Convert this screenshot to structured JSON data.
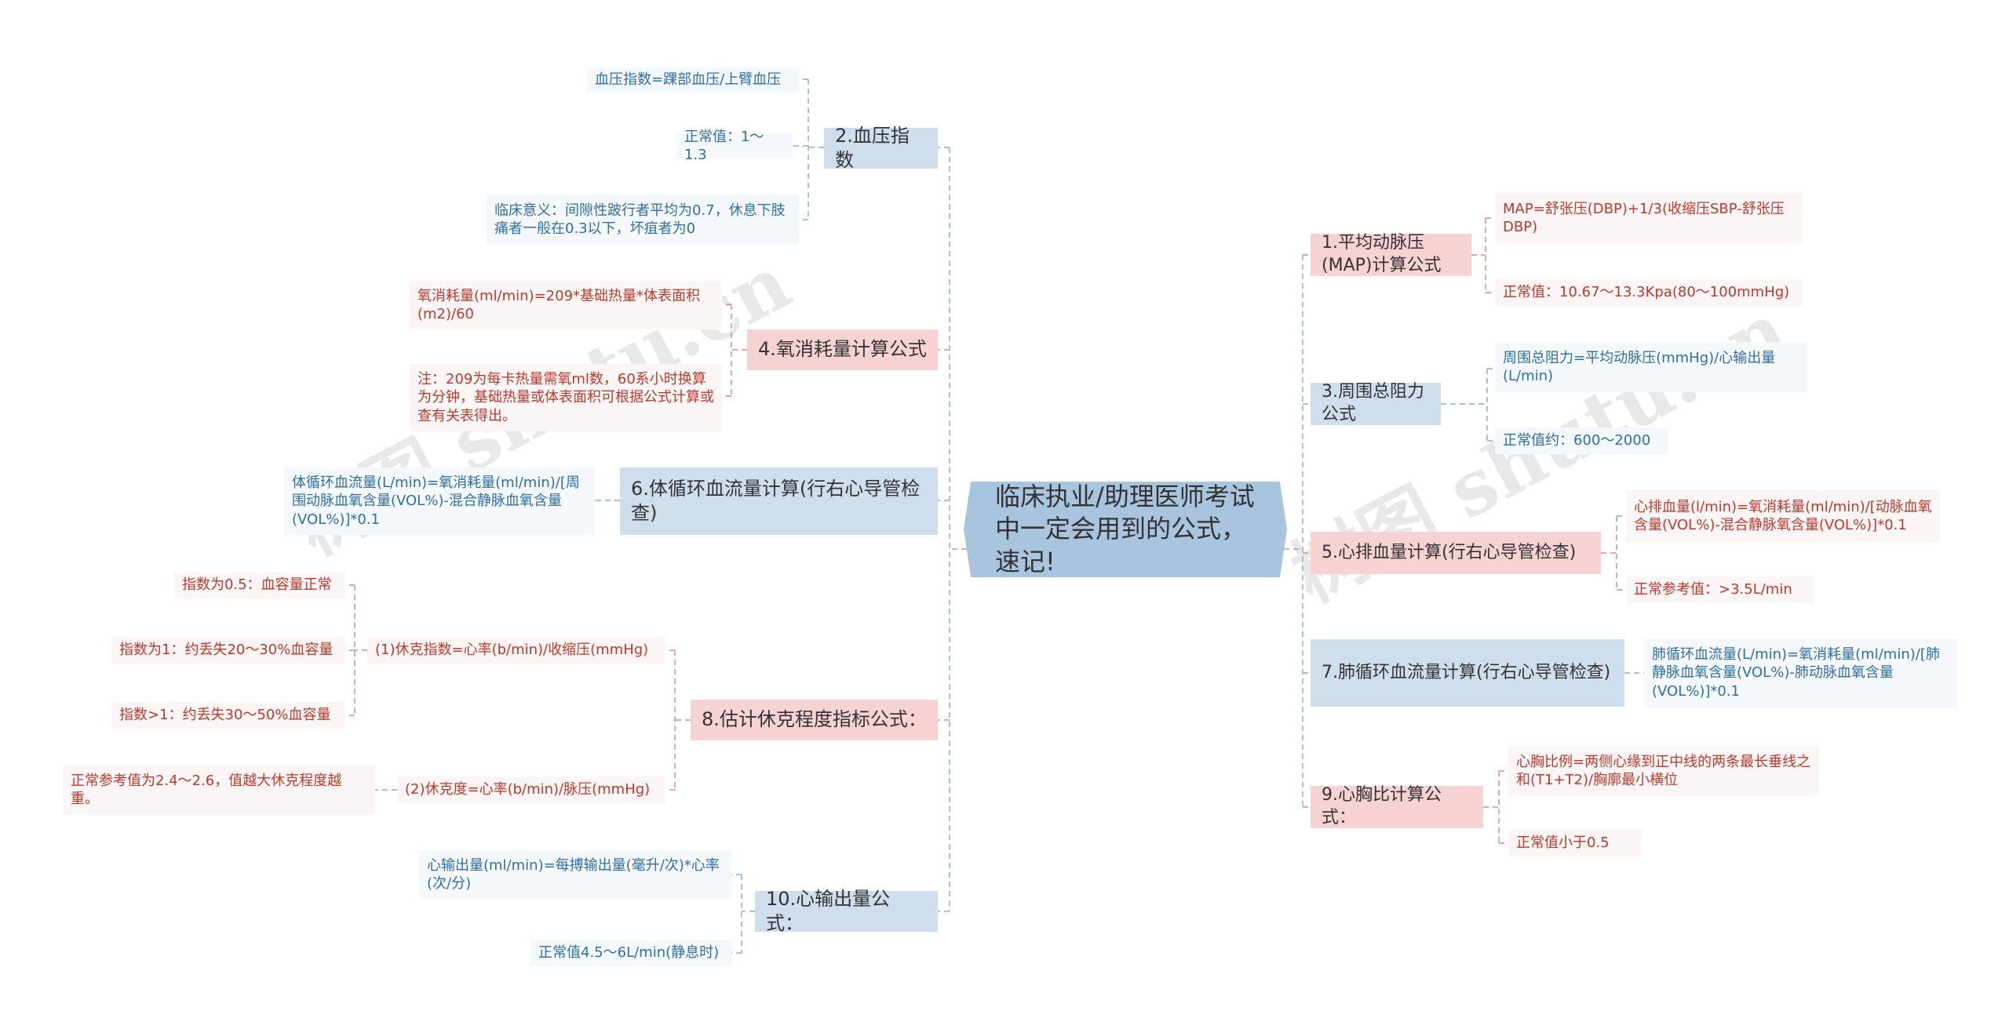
{
  "colors": {
    "line_blue": "#a9c1dc",
    "line_red": "#e7a7a7",
    "root_bg": "#a8c4de"
  },
  "watermark": "树图 shutu.cn",
  "root": "临床执业/助理医师考试中一定会用到的公式，速记!",
  "left": {
    "b2": {
      "label": "2.血压指数",
      "l1": "血压指数=踝部血压/上臂血压",
      "l2": "正常值：1～1.3",
      "l3": "临床意义：间隙性跛行者平均为0.7，休息下肢痛者一般在0.3以下，坏疽者为0"
    },
    "b4": {
      "label": "4.氧消耗量计算公式",
      "l1": "氧消耗量(ml/min)=209*基础热量*体表面积(m2)/60",
      "l2": "注：209为每卡热量需氧ml数，60系小时换算为分钟，基础热量或体表面积可根据公式计算或查有关表得出。"
    },
    "b6": {
      "label": "6.体循环血流量计算(行右心导管检查)",
      "l1": "体循环血流量(L/min)=氧消耗量(ml/min)/[周围动脉血氧含量(VOL%)-混合静脉血氧含量(VOL%)]*0.1"
    },
    "b8": {
      "label": "8.估计休克程度指标公式：",
      "s1": "(1)休克指数=心率(b/min)/收缩压(mmHg)",
      "s1a": "指数为0.5：血容量正常",
      "s1b": "指数为1：约丢失20～30%血容量",
      "s1c": "指数>1：约丢失30～50%血容量",
      "s2": "(2)休克度=心率(b/min)/脉压(mmHg)",
      "s2a": "正常参考值为2.4～2.6，值越大休克程度越重。"
    },
    "b10": {
      "label": "10.心输出量公式：",
      "l1": "心输出量(ml/min)=每搏输出量(毫升/次)*心率(次/分)",
      "l2": "正常值4.5～6L/min(静息时)"
    }
  },
  "right": {
    "b1": {
      "label": "1.平均动脉压(MAP)计算公式",
      "l1": "MAP=舒张压(DBP)+1/3(收缩压SBP-舒张压DBP)",
      "l2": "正常值：10.67～13.3Kpa(80～100mmHg)"
    },
    "b3": {
      "label": "3.周围总阻力公式",
      "l1": "周围总阻力=平均动脉压(mmHg)/心输出量(L/min)",
      "l2": "正常值约：600～2000"
    },
    "b5": {
      "label": "5.心排血量计算(行右心导管检查)",
      "l1": "心排血量(l/min)=氧消耗量(ml/min)/[动脉血氧含量(VOL%)-混合静脉氧含量(VOL%)]*0.1",
      "l2": "正常参考值：>3.5L/min"
    },
    "b7": {
      "label": "7.肺循环血流量计算(行右心导管检查)",
      "l1": "肺循环血流量(L/min)=氧消耗量(ml/min)/[肺静脉血氧含量(VOL%)-肺动脉血氧含量(VOL%)]*0.1"
    },
    "b9": {
      "label": "9.心胸比计算公式：",
      "l1": "心胸比例=两侧心缘到正中线的两条最长垂线之和(T1+T2)/胸廓最小横位",
      "l2": "正常值小于0.5"
    }
  }
}
